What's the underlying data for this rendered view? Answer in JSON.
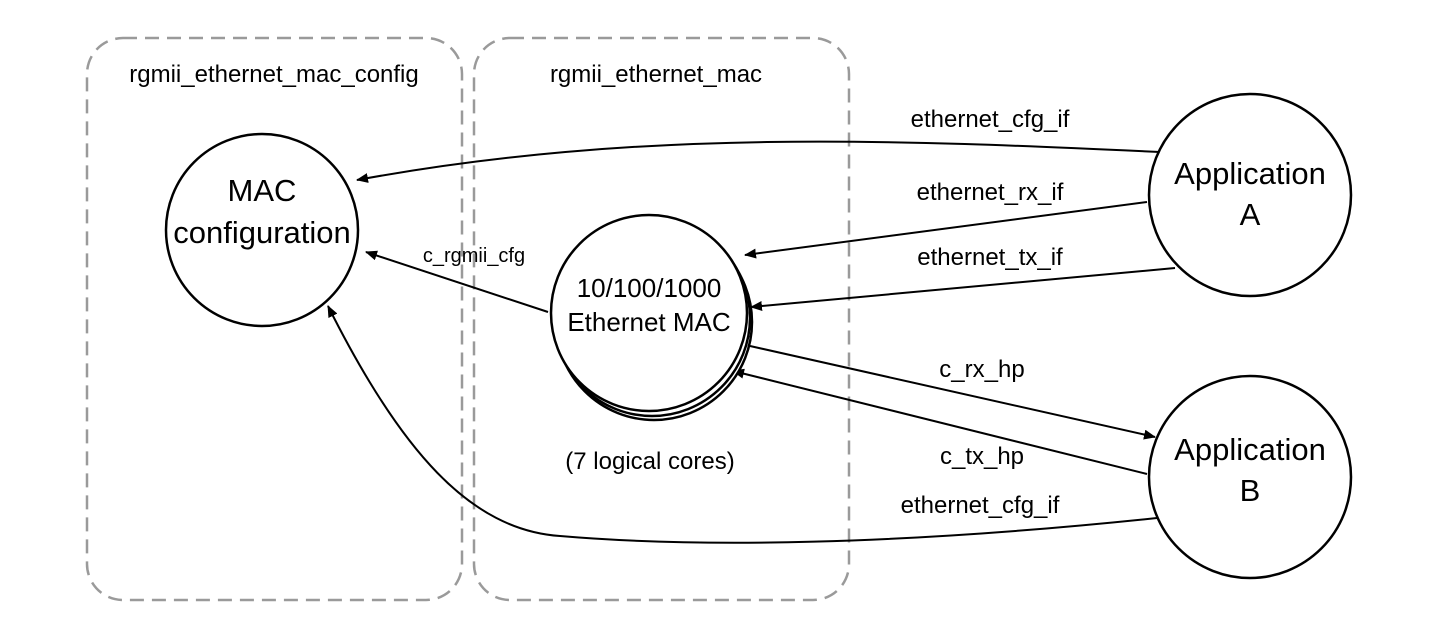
{
  "groups": {
    "config": {
      "label": "rgmii_ethernet_mac_config"
    },
    "mac": {
      "label": "rgmii_ethernet_mac"
    }
  },
  "nodes": {
    "mac_config": {
      "lines": [
        "MAC",
        "configuration"
      ]
    },
    "ethernet_mac": {
      "lines": [
        "10/100/1000",
        "Ethernet MAC"
      ],
      "note": "(7 logical cores)"
    },
    "app_a": {
      "lines": [
        "Application",
        "A"
      ]
    },
    "app_b": {
      "lines": [
        "Application",
        "B"
      ]
    }
  },
  "edges": {
    "a_cfg": {
      "label": "ethernet_cfg_if"
    },
    "a_rx": {
      "label": "ethernet_rx_if"
    },
    "a_tx": {
      "label": "ethernet_tx_if"
    },
    "rgmii_cfg": {
      "label": "c_rgmii_cfg"
    },
    "rx_hp": {
      "label": "c_rx_hp"
    },
    "tx_hp": {
      "label": "c_tx_hp"
    },
    "b_cfg": {
      "label": "ethernet_cfg_if"
    }
  },
  "colors": {
    "stroke": "#000000",
    "group_border": "#9a9a9a",
    "background": "#ffffff"
  }
}
